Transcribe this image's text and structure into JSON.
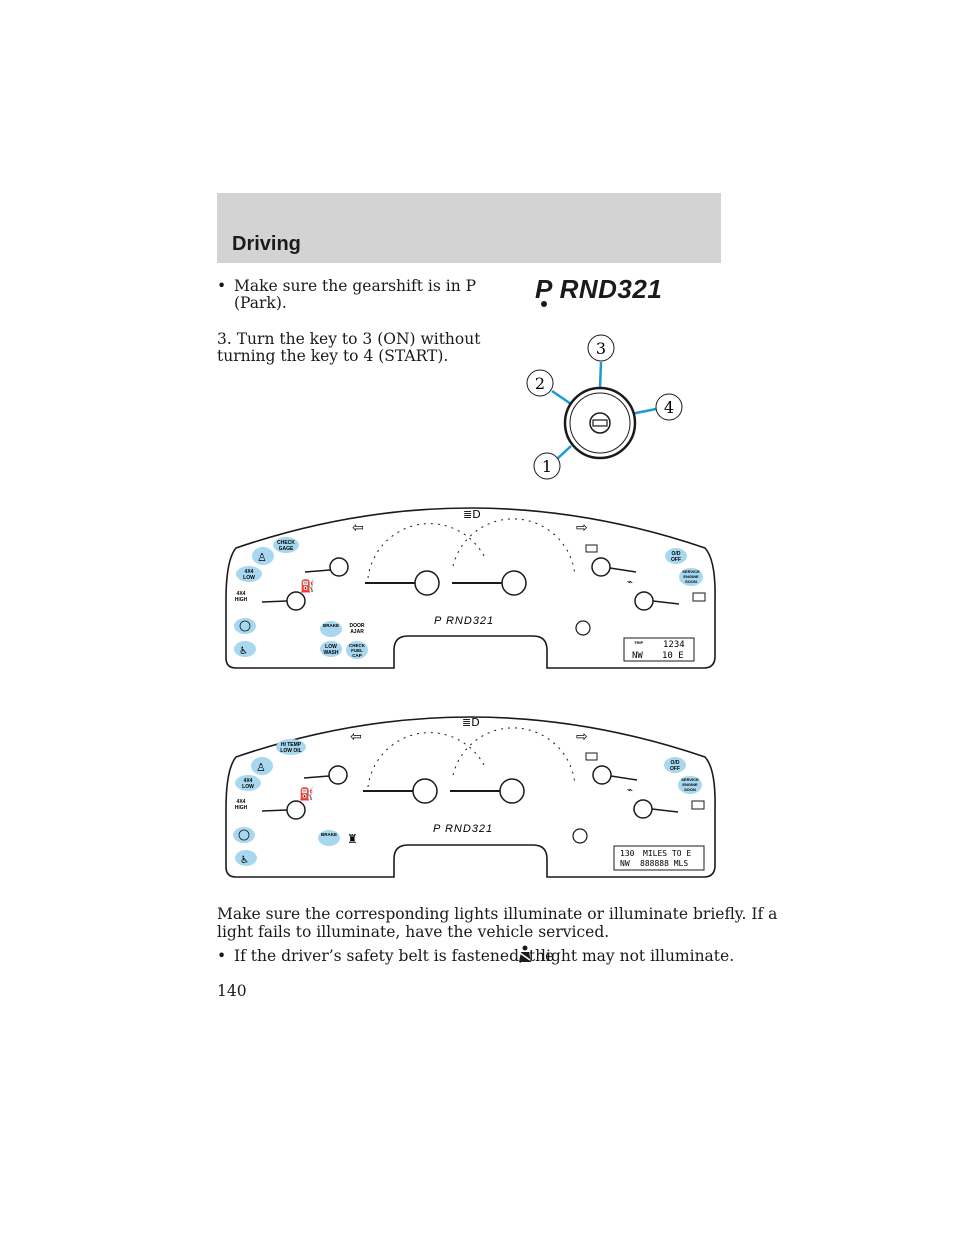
{
  "header": {
    "title": "Driving"
  },
  "content": {
    "bullet_glyph": "•",
    "bullet1_line1": "Make sure the gearshift is in P",
    "bullet1_line2": "(Park).",
    "step3_line1": "3. Turn the key to 3 (ON) without",
    "step3_line2": "turning the key to 4 (START).",
    "gear_indicator": "P RND321",
    "paragraph_line1": "Make sure the corresponding lights illuminate or illuminate briefly. If a",
    "paragraph_line2": "light fails to illuminate, have the vehicle serviced.",
    "bullet2_pre": "If the driver’s safety belt is fastened, the",
    "bullet2_post": "light may not illuminate."
  },
  "ignition": {
    "positions": [
      "1",
      "2",
      "3",
      "4"
    ],
    "accent_color": "#1a9ad8"
  },
  "cluster1": {
    "check_gage": [
      "CHECK",
      "GAGE"
    ],
    "four_low": [
      "4X4",
      "LOW"
    ],
    "four_high": [
      "4X4",
      "HIGH"
    ],
    "brake": "BRAKE",
    "door_ajar": [
      "DOOR",
      "AJAR"
    ],
    "low_wash": [
      "LOW",
      "WASH"
    ],
    "check_fuel_cap": [
      "CHECK",
      "FUEL",
      "CAP"
    ],
    "od_off": [
      "O/D",
      "OFF"
    ],
    "service_engine": [
      "SERVICE",
      "ENGINE",
      "SOON"
    ],
    "prnd": "P RND321",
    "trip": "TRIP",
    "display_top": "1234",
    "display_bottom_left": "NW",
    "display_bottom_right": "10 E"
  },
  "cluster2": {
    "hi_temp": [
      "HI TEMP",
      "LOW OIL"
    ],
    "four_low": [
      "4X4",
      "LOW"
    ],
    "four_high": [
      "4X4",
      "HIGH"
    ],
    "brake": "BRAKE",
    "od_off": [
      "O/D",
      "OFF"
    ],
    "service_engine": [
      "SERVICE",
      "ENGINE",
      "SOON"
    ],
    "prnd": "P RND321",
    "display_top": "MILES TO E",
    "display_top_left": "130",
    "display_bottom_left": "NW",
    "display_bottom_right": "888888 MLS"
  },
  "page": {
    "number": "140"
  },
  "colors": {
    "lamp_blue": "#a8d8f0",
    "header_gray": "#d3d3d3"
  }
}
